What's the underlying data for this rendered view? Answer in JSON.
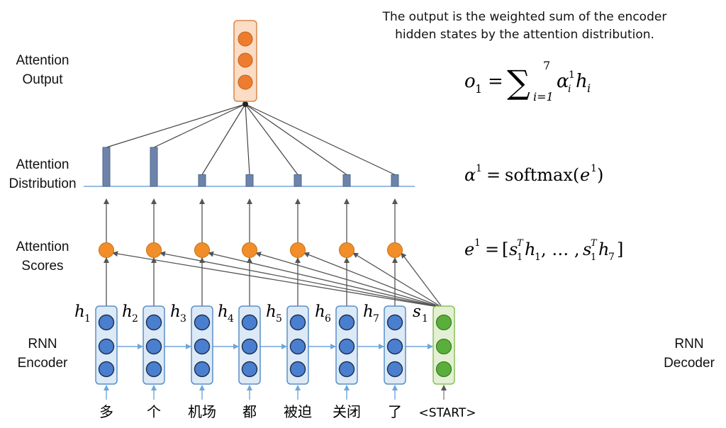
{
  "labels": {
    "attention_output": [
      "Attention",
      "Output"
    ],
    "attention_distribution": [
      "Attention",
      "Distribution"
    ],
    "attention_scores": [
      "Attention",
      "Scores"
    ],
    "rnn_encoder": [
      "RNN",
      "Encoder"
    ],
    "rnn_decoder": [
      "RNN",
      "Decoder"
    ]
  },
  "note": [
    "The output is the weighted sum of the encoder",
    "hidden states by the attention distribution."
  ],
  "equations": {
    "output": "o₁ = ∑ᵢ₌₁⁷ αᵢ¹ hᵢ",
    "distribution": "α¹ = softmax(e¹)",
    "scores": "e¹ = [s₁ᵀh₁, … , s₁ᵀh₇]"
  },
  "encoder_states": [
    "h",
    "h",
    "h",
    "h",
    "h",
    "h",
    "h"
  ],
  "encoder_subscripts": [
    "1",
    "2",
    "3",
    "4",
    "5",
    "6",
    "7"
  ],
  "decoder_state": "s",
  "decoder_subscript": "1",
  "input_tokens": [
    "多",
    "个",
    "机场",
    "都",
    "被迫",
    "关闭",
    "了",
    "<START>"
  ],
  "attention_distribution": [
    0.3,
    0.3,
    0.09,
    0.09,
    0.09,
    0.09,
    0.09
  ],
  "colors": {
    "encoder_fill": "#dce9f7",
    "encoder_border": "#5a8fc7",
    "hidden_node": "#4a7fd0",
    "decoder_fill": "#e3f0d4",
    "decoder_border": "#8bbf5a",
    "decoder_node": "#5aae3a",
    "output_fill": "#fbdcc4",
    "output_border": "#d8864a",
    "output_node": "#ee7c2e",
    "score_node": "#f18e2a",
    "bar_fill": "#6c84ab",
    "arrow": "#555555",
    "input_arrow": "#6fa6dc"
  }
}
